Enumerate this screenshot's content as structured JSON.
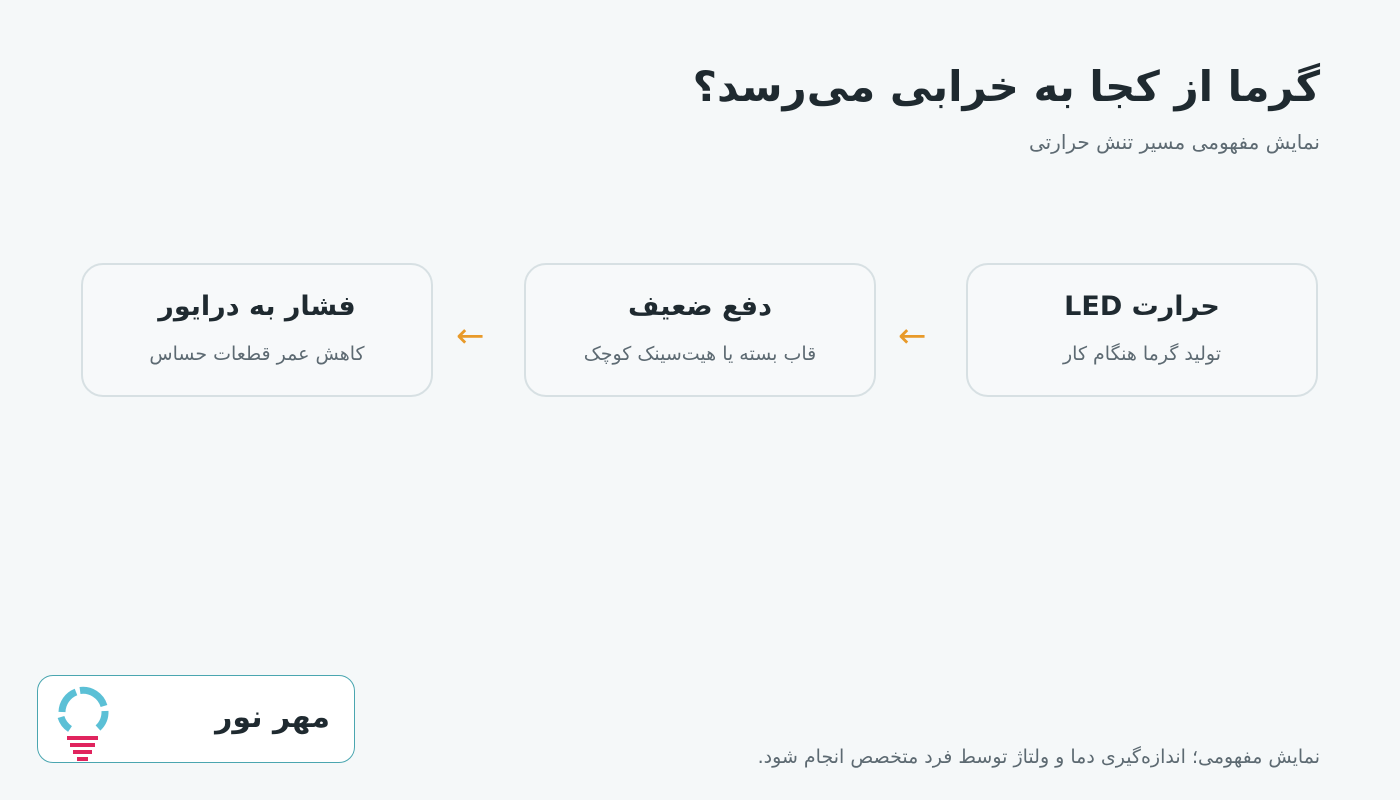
{
  "header": {
    "title": "گرما از کجا به خرابی می‌رسد؟",
    "subtitle": "نمایش مفهومی مسیر تنش حرارتی"
  },
  "flow": {
    "steps": [
      {
        "title": "حرارت LED",
        "subtitle": "تولید گرما هنگام کار"
      },
      {
        "title": "دفع ضعیف",
        "subtitle": "قاب بسته یا هیت‌سینک کوچک"
      },
      {
        "title": "فشار به درایور",
        "subtitle": "کاهش عمر قطعات حساس"
      }
    ],
    "arrow_glyph": "←",
    "arrow_color": "#e89a2a"
  },
  "footnote": "نمایش مفهومی؛ اندازه‌گیری دما و ولتاژ توسط فرد متخصص انجام شود.",
  "brand": {
    "name": "مهر نور",
    "logo_icon": "bulb-logo-icon",
    "logo_colors": [
      "#5bc0d6",
      "#e0245e"
    ]
  }
}
